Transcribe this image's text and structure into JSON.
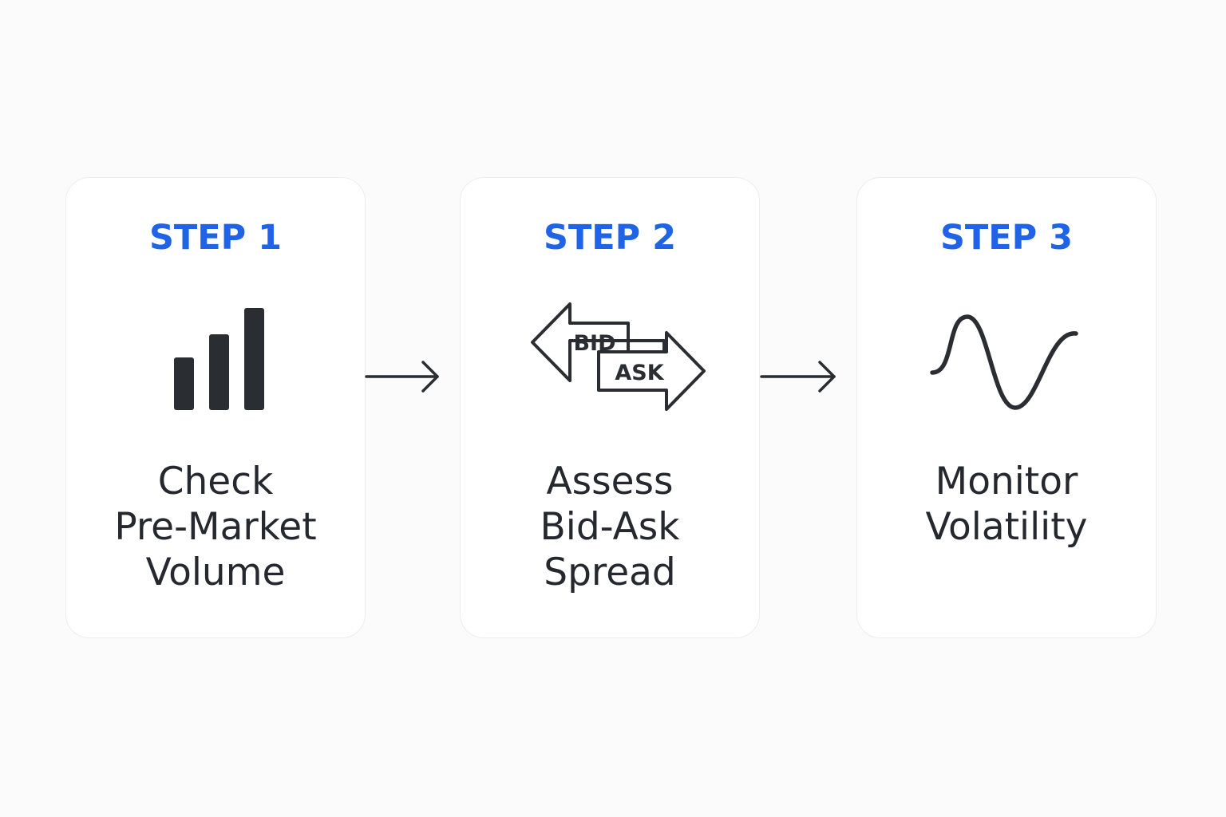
{
  "steps": [
    {
      "label": "STEP 1",
      "title": "Check\nPre-Market\nVolume",
      "icon": "bar-chart-icon"
    },
    {
      "label": "STEP 2",
      "title": "Assess\nBid-Ask\nSpread",
      "icon": "bid-ask-arrows-icon",
      "icon_text": {
        "bid": "BID",
        "ask": "ASK"
      }
    },
    {
      "label": "STEP 3",
      "title": "Monitor\nVolatility",
      "icon": "wave-icon"
    }
  ],
  "connectors": [
    "arrow-right-icon",
    "arrow-right-icon"
  ],
  "colors": {
    "accent": "#1f63e6",
    "text": "#25292f",
    "icon": "#2a2d32",
    "card_background": "#ffffff",
    "page_background": "#fbfbfb"
  }
}
